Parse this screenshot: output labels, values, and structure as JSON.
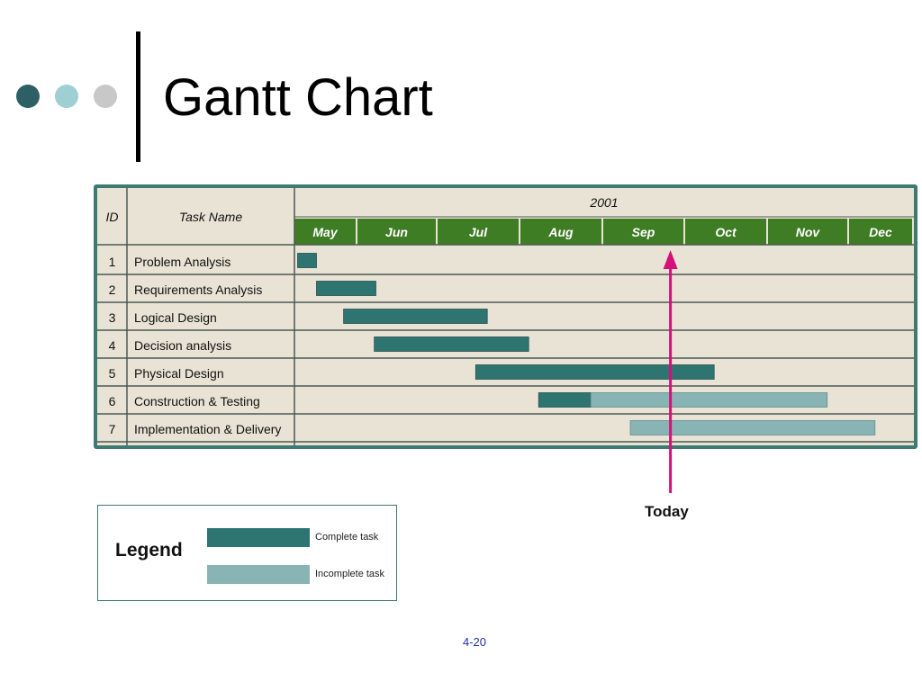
{
  "slide": {
    "title": "Gantt Chart",
    "page_number": "4-20",
    "dots": [
      {
        "name": "dot-dark",
        "color": "#2e5f66"
      },
      {
        "name": "dot-light",
        "color": "#9ecfd3"
      },
      {
        "name": "dot-gray",
        "color": "#c8c8c8"
      }
    ]
  },
  "chart_data": {
    "type": "gantt",
    "year": "2001",
    "columns": {
      "id": "ID",
      "task": "Task Name"
    },
    "months": [
      "May",
      "Jun",
      "Jul",
      "Aug",
      "Sep",
      "Oct",
      "Nov",
      "Dec"
    ],
    "tasks": [
      {
        "id": "1",
        "name": "Problem Analysis",
        "start": 0.05,
        "end": 0.35,
        "complete_until": 0.35
      },
      {
        "id": "2",
        "name": "Requirements Analysis",
        "start": 0.35,
        "end": 1.23,
        "complete_until": 1.23
      },
      {
        "id": "3",
        "name": "Logical Design",
        "start": 0.78,
        "end": 2.6,
        "complete_until": 2.6
      },
      {
        "id": "4",
        "name": "Decision analysis",
        "start": 1.21,
        "end": 3.1,
        "complete_until": 3.1
      },
      {
        "id": "5",
        "name": "Physical Design",
        "start": 2.46,
        "end": 5.35,
        "complete_until": 5.35
      },
      {
        "id": "6",
        "name": "Construction & Testing",
        "start": 3.22,
        "end": 6.73,
        "complete_until": 3.85
      },
      {
        "id": "7",
        "name": "Implementation & Delivery",
        "start": 4.33,
        "end": 7.4,
        "complete_until": 4.33
      }
    ],
    "today": {
      "label": "Today",
      "month_position": 4.82
    },
    "colors": {
      "complete": "#2e7572",
      "incomplete": "#88b5b3",
      "header_green": "#3f7d25",
      "today_arrow": "#d4107a"
    },
    "legend": {
      "title": "Legend",
      "items": [
        {
          "label": "Complete task",
          "kind": "complete"
        },
        {
          "label": "Incomplete task",
          "kind": "incomplete"
        }
      ]
    }
  }
}
